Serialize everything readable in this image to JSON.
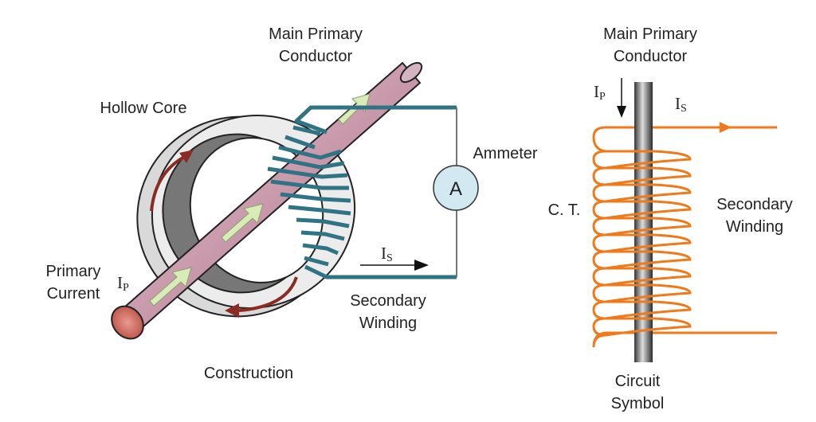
{
  "construction": {
    "main_primary_conductor": [
      "Main Primary",
      "Conductor"
    ],
    "hollow_core": "Hollow Core",
    "ammeter": "Ammeter",
    "ammeter_symbol": "A",
    "primary_current": [
      "Primary",
      "Current"
    ],
    "ip": {
      "main": "I",
      "sub": "P"
    },
    "is": {
      "main": "I",
      "sub": "S"
    },
    "secondary_winding": [
      "Secondary",
      "Winding"
    ],
    "caption": "Construction"
  },
  "symbol": {
    "main_primary_conductor": [
      "Main Primary",
      "Conductor"
    ],
    "ip": {
      "main": "I",
      "sub": "P"
    },
    "is": {
      "main": "I",
      "sub": "S"
    },
    "ct": "C. T.",
    "secondary_winding": [
      "Secondary",
      "Winding"
    ],
    "caption": [
      "Circuit",
      "Symbol"
    ]
  },
  "colors": {
    "conductor": "#c99aac",
    "winding_teal": "#2f7384",
    "coil_orange": "#f07a1a",
    "flux_arrow": "#8b2c24",
    "current_arrow": "#d8ecb8",
    "ammeter_fill": "#d3e9f2"
  }
}
